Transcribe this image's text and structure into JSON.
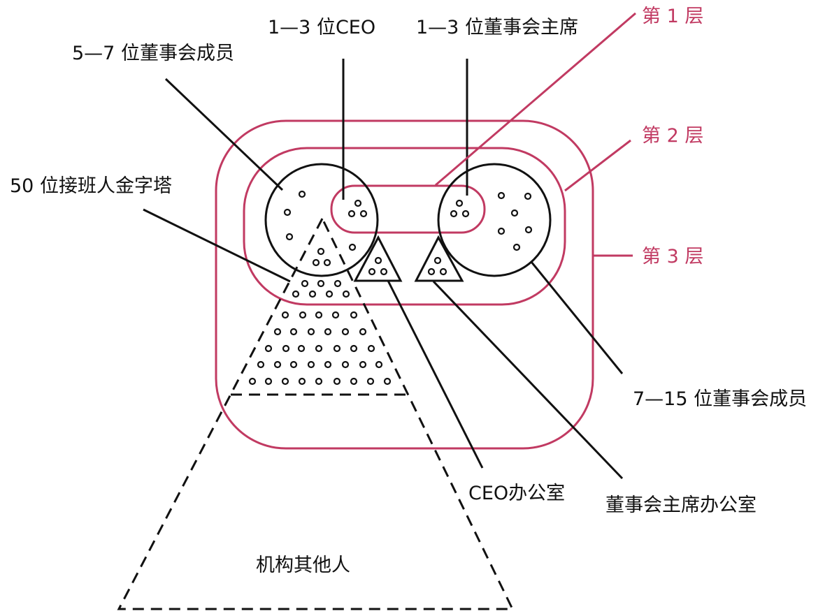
{
  "colors": {
    "layer": "#c13a62",
    "ink": "#111111"
  },
  "labels": {
    "board_5_7": "5—7 位董事会成员",
    "ceo_1_3": "1—3 位CEO",
    "chair_1_3": "1—3 位董事会主席",
    "pyramid_50": "50 位接班人金字塔",
    "board_7_15": "7—15 位董事会成员",
    "ceo_office": "CEO办公室",
    "chair_office": "董事会主席办公室",
    "others": "机构其他人"
  },
  "layers": {
    "layer1": "第 1 层",
    "layer2": "第 2 层",
    "layer3": "第 3 层"
  }
}
